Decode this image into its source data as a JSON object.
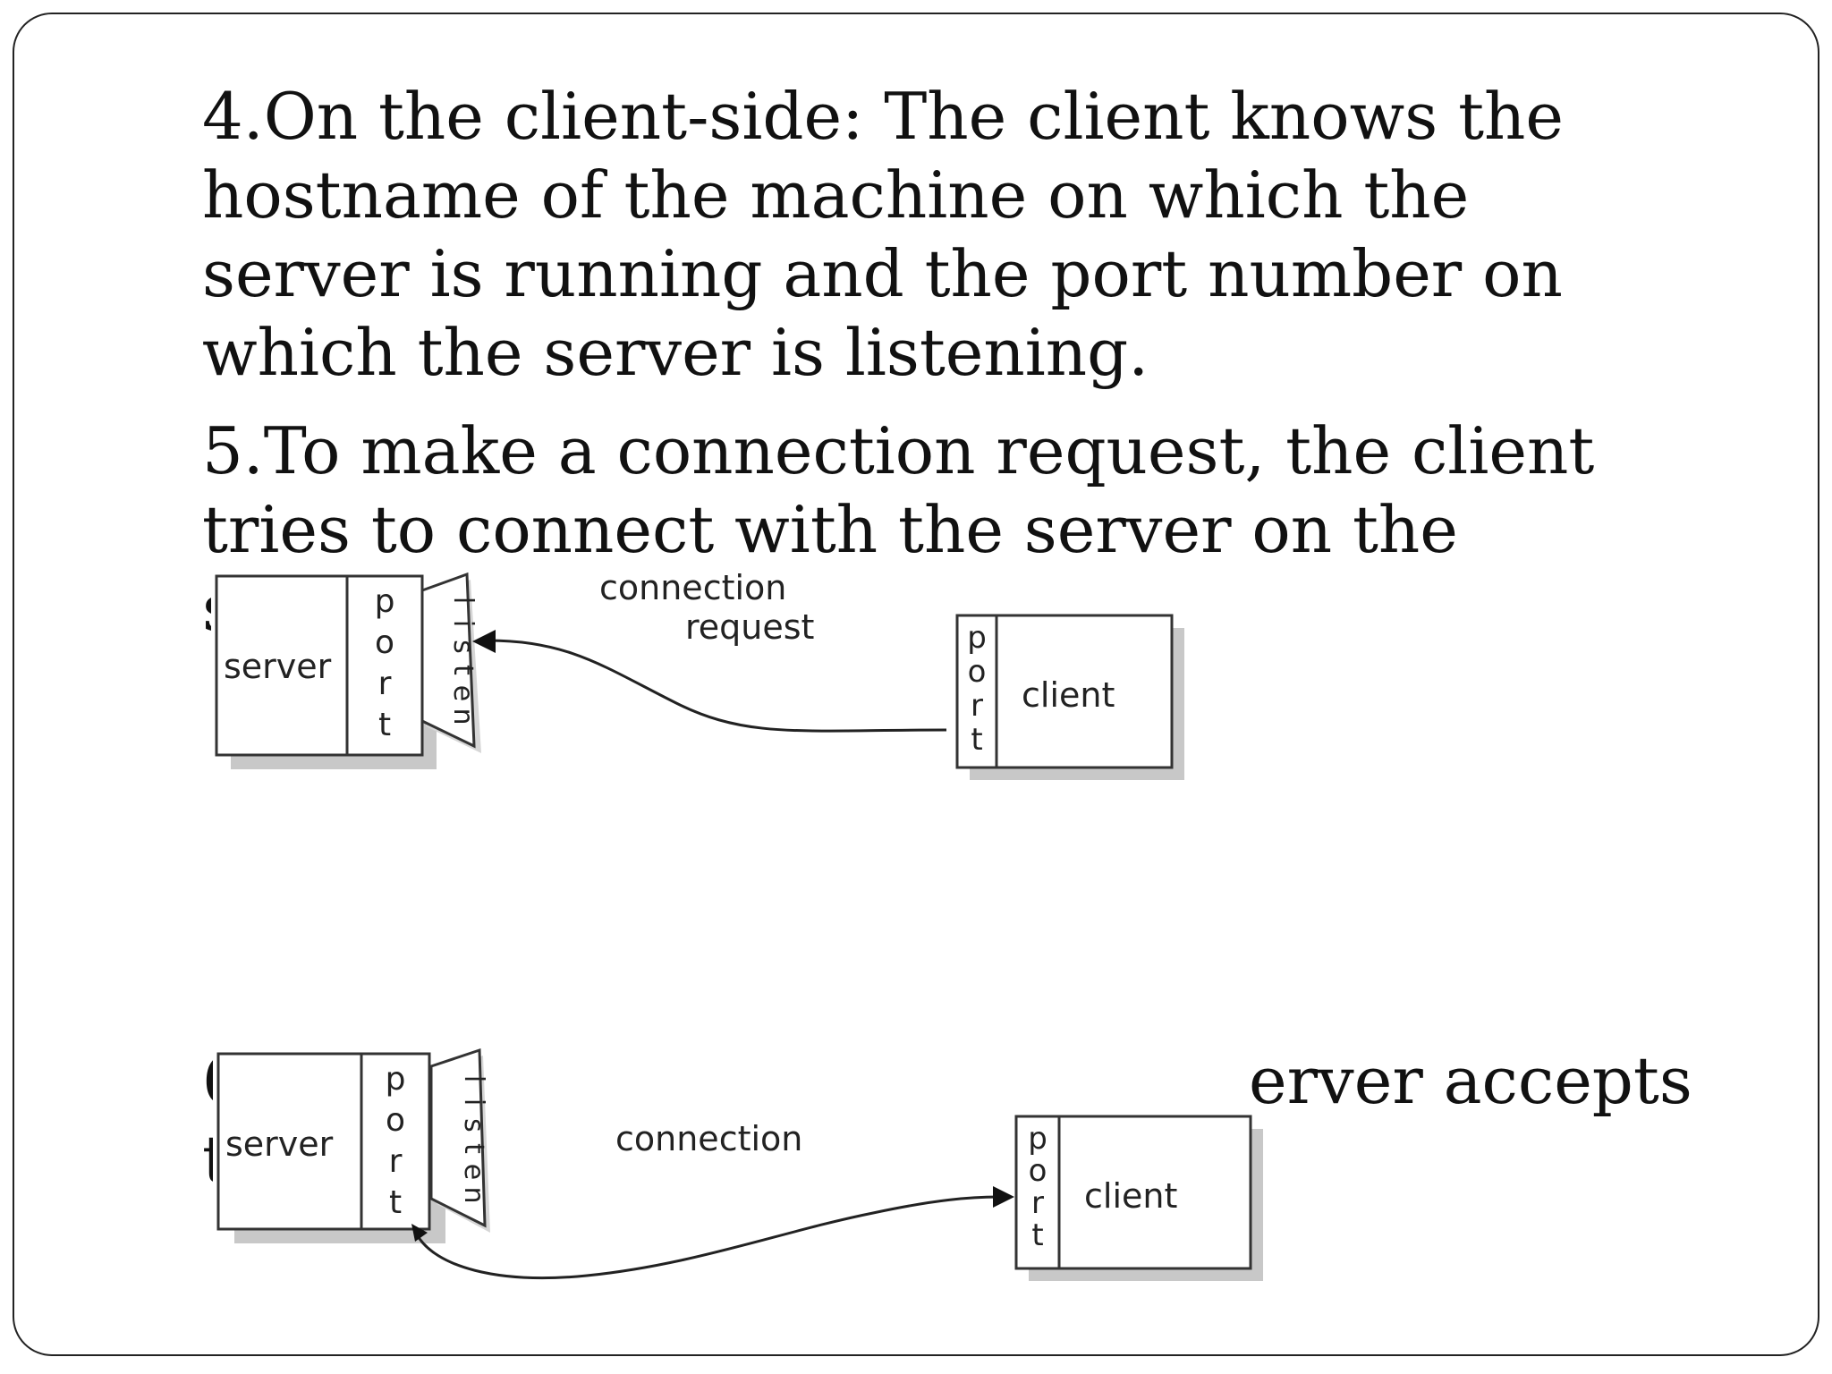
{
  "slide": {
    "paragraphs": [
      {
        "id": "p4",
        "lines": [
          "4.On the client-side: The client knows the",
          "hostname of the machine on which the",
          "server is running and the port number on",
          "which the server is listening."
        ]
      },
      {
        "id": "p5",
        "lines": [
          "5.To make a connection request, the client",
          "tries to connect with the server on the",
          "s"
        ]
      },
      {
        "id": "p6",
        "lines": [
          "6",
          "erver accepts",
          "t"
        ]
      }
    ]
  },
  "diagram_top": {
    "server_label": "server",
    "port_letters": [
      "p",
      "o",
      "r",
      "t"
    ],
    "listen_letters": [
      "l",
      "i",
      "s",
      "t",
      "e",
      "n"
    ],
    "annotation_line1": "connection",
    "annotation_line2": "request",
    "client_port_letters": [
      "p",
      "o",
      "r",
      "t"
    ],
    "client_label": "client"
  },
  "diagram_bottom": {
    "server_label": "server",
    "port_letters": [
      "p",
      "o",
      "r",
      "t"
    ],
    "listen_letters": [
      "l",
      "i",
      "s",
      "t",
      "e",
      "n"
    ],
    "annotation": "connection",
    "client_port_letters": [
      "p",
      "o",
      "r",
      "t"
    ],
    "client_label": "client"
  }
}
